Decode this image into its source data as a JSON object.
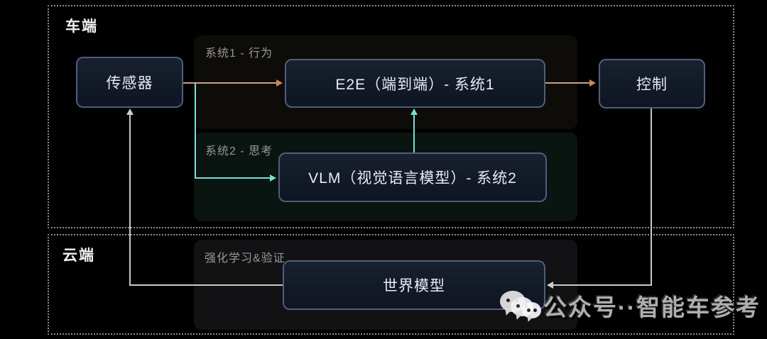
{
  "groups": {
    "vehicle": {
      "label": "车端"
    },
    "cloud": {
      "label": "云端"
    }
  },
  "panels": {
    "sys1": {
      "label": "系统1 - 行为"
    },
    "sys2": {
      "label": "系统2 - 思考"
    },
    "rl": {
      "label": "强化学习&验证"
    }
  },
  "nodes": {
    "sensor": {
      "label": "传感器"
    },
    "e2e": {
      "label": "E2E（端到端）- 系统1"
    },
    "vlm": {
      "label": "VLM（视觉语言模型）- 系统2"
    },
    "control": {
      "label": "控制"
    },
    "world": {
      "label": "世界模型"
    }
  },
  "edges": [
    {
      "from": "sensor",
      "to": "e2e",
      "color": "#cba188"
    },
    {
      "from": "sensor",
      "to": "vlm",
      "color": "#79ded2"
    },
    {
      "from": "vlm",
      "to": "e2e",
      "color": "#79ded2"
    },
    {
      "from": "e2e",
      "to": "control",
      "color": "#cba188"
    },
    {
      "from": "control",
      "to": "world",
      "color": "#c9c9c9"
    },
    {
      "from": "world",
      "to": "sensor",
      "color": "#c9c9c9"
    }
  ],
  "watermark": {
    "icon": "wechat-bubbles-icon",
    "text": "公众号··智能车参考"
  },
  "colors": {
    "background": "#010101",
    "node_fill": "#121927",
    "node_border": "#4e5e80",
    "panel_sys1": "#0e0c09",
    "panel_sys2": "#0a1410",
    "panel_rl": "#121214",
    "group_border": "#8d8d8d",
    "label_gray": "#979797",
    "arrow_warm": "#cba188",
    "arrow_cyan": "#79ded2",
    "arrow_gray": "#c9c9c9"
  }
}
